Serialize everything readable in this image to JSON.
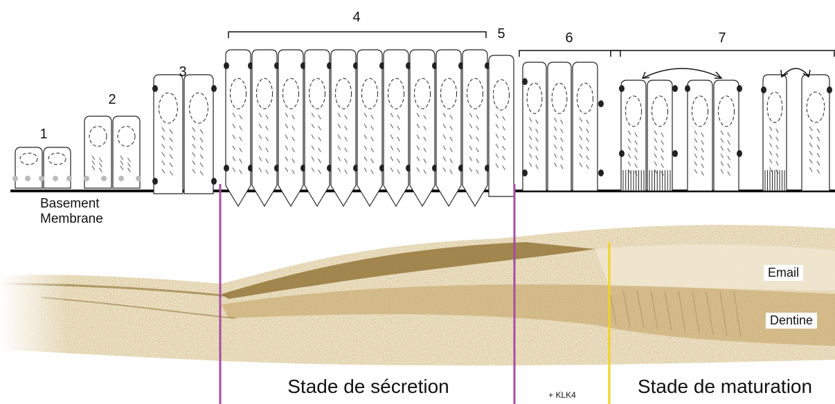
{
  "stage_numbers": [
    "1",
    "2",
    "3",
    "4",
    "5",
    "6",
    "7"
  ],
  "basement_membrane": {
    "line1": "Basement",
    "line2": "Membrane"
  },
  "tissue_labels": {
    "enamel": "Email",
    "dentine": "Dentine"
  },
  "stages": {
    "secretion": "Stade de sécretion",
    "klk4": "+ KLK4",
    "maturation": "Stade de maturation"
  },
  "colors": {
    "secretion_divider": "#a64ca6",
    "maturation_divider": "#f2d21e",
    "histology_tone": "#b08a3e",
    "cell_outline": "#222222"
  }
}
